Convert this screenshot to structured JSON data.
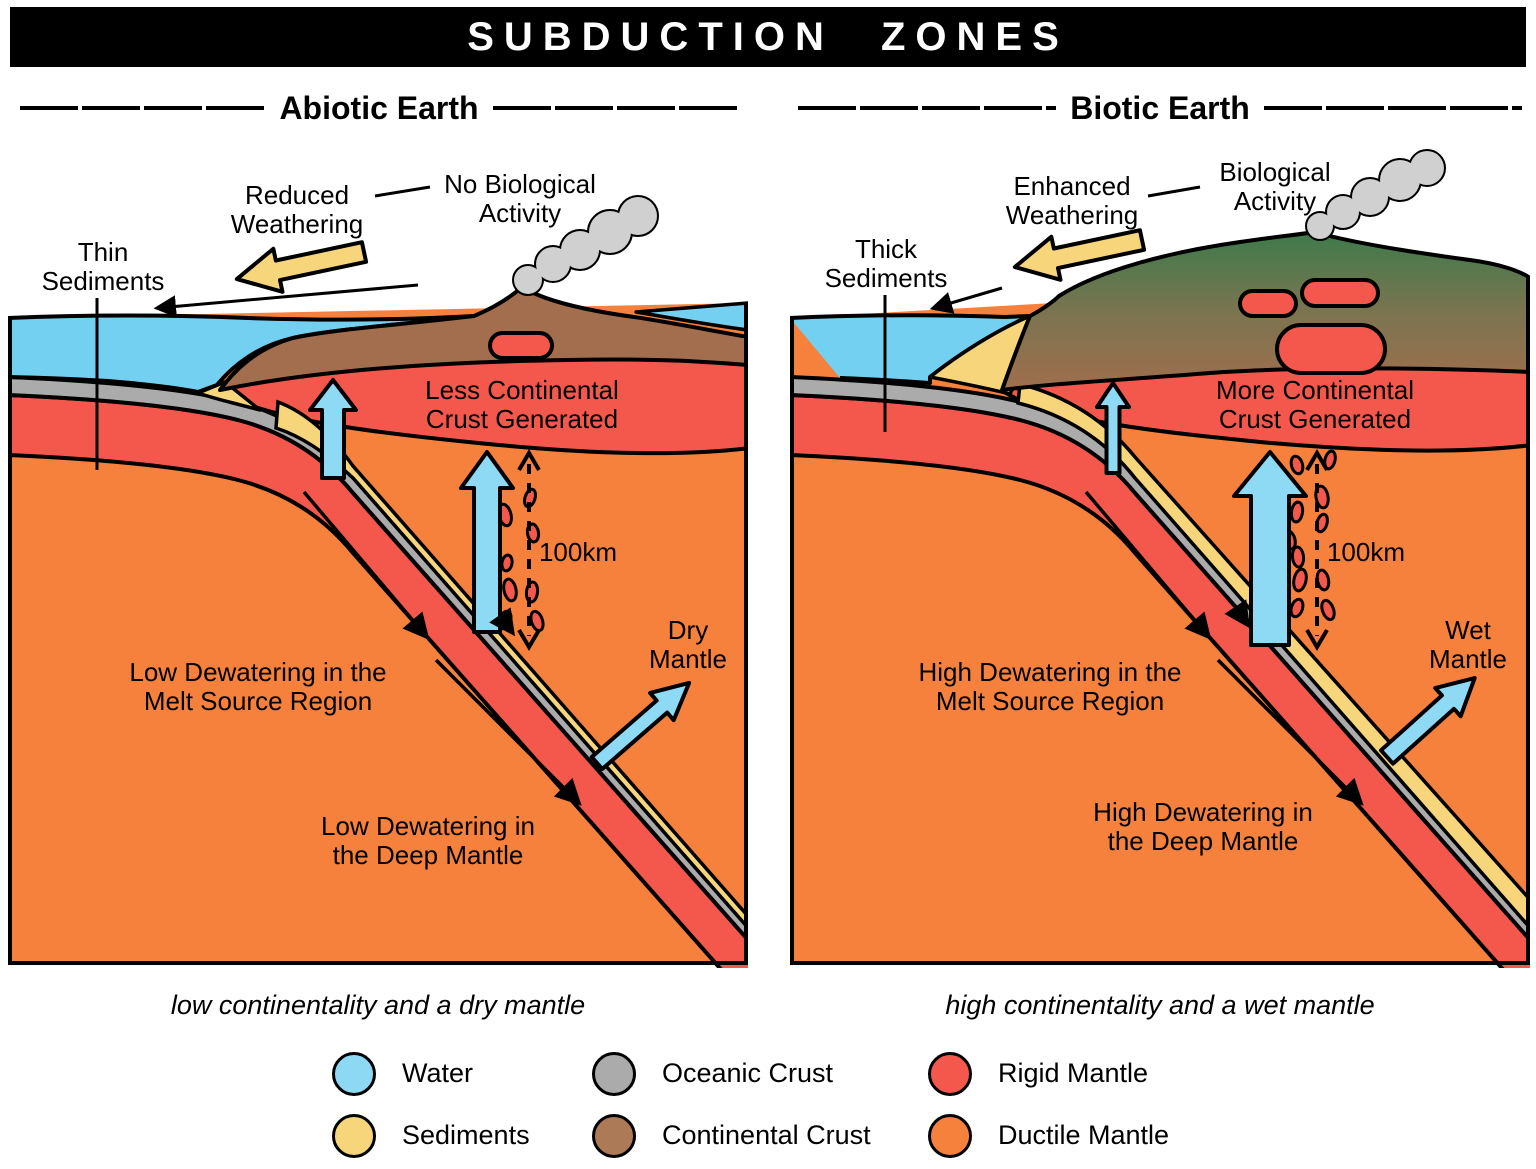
{
  "title": "SUBDUCTION ZONES",
  "colors": {
    "title_bg": "#000000",
    "title_fg": "#ffffff",
    "water": "#74d0f1",
    "water_legend": "#8dd9f4",
    "sediments": "#f7d67b",
    "oceanic_crust": "#ababab",
    "continental_crust": "#a26e4d",
    "continental_crust_legend": "#ad7a57",
    "rigid_mantle": "#f4584c",
    "ductile_mantle": "#f5813c",
    "vegetation_green": "#3e7a4b",
    "smoke": "#d0d0d0",
    "arrow_blue": "#8edaf5"
  },
  "panels": {
    "abiotic": {
      "header": "Abiotic Earth",
      "weathering_label": "Reduced\nWeathering",
      "biology_label": "No Biological\nActivity",
      "sediments_label": "Thin\nSediments",
      "crust_label": "Less Continental\nCrust Generated",
      "depth_label": "100km",
      "mantle_label": "Dry\nMantle",
      "melt_label": "Low Dewatering in the\nMelt Source Region",
      "deep_label": "Low Dewatering in\nthe Deep Mantle",
      "caption": "low continentality and a dry mantle"
    },
    "biotic": {
      "header": "Biotic Earth",
      "weathering_label": "Enhanced\nWeathering",
      "biology_label": "Biological\nActivity",
      "sediments_label": "Thick\nSediments",
      "crust_label": "More Continental\nCrust Generated",
      "depth_label": "100km",
      "mantle_label": "Wet\nMantle",
      "melt_label": "High Dewatering in the\nMelt Source Region",
      "deep_label": "High Dewatering in\nthe Deep Mantle",
      "caption": "high continentality and a wet mantle"
    }
  },
  "legend": {
    "items": [
      {
        "label": "Water",
        "color": "#8dd9f4"
      },
      {
        "label": "Sediments",
        "color": "#f7d67b"
      },
      {
        "label": "Oceanic Crust",
        "color": "#ababab"
      },
      {
        "label": "Continental Crust",
        "color": "#ad7a57"
      },
      {
        "label": "Rigid Mantle",
        "color": "#f4584c"
      },
      {
        "label": "Ductile Mantle",
        "color": "#f5813c"
      }
    ]
  }
}
